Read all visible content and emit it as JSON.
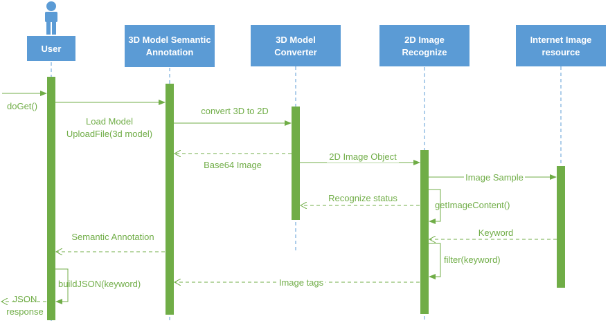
{
  "participants": {
    "user": {
      "label": [
        "User"
      ]
    },
    "annotation": {
      "label": [
        "3D Model Semantic",
        "Annotation"
      ]
    },
    "converter": {
      "label": [
        "3D Model",
        "Converter"
      ]
    },
    "recognize": {
      "label": [
        "2D Image",
        "Recognize"
      ]
    },
    "internet": {
      "label": [
        "Internet Image",
        "resource"
      ]
    }
  },
  "messages": {
    "doget": "doGet()",
    "load_model_1": "Load Model",
    "load_model_2": "UploadFile(3d model)",
    "convert": "convert 3D to 2D",
    "base64": "Base64 Image",
    "image_object": "2D Image Object",
    "image_sample": "Image Sample",
    "recognize_status": "Recognize status",
    "get_image_content": "getImageContent()",
    "keyword": "Keyword",
    "semantic_annotation": "Semantic Annotation",
    "filter": "filter(keyword)",
    "build_json": "buildJSON(keyword)",
    "image_tags": "Image tags",
    "json_response_1": "JSON",
    "json_response_2": "response"
  },
  "colors": {
    "box": "#5b9bd5",
    "activation": "#70ad47",
    "lifeline": "#5b9bd5"
  }
}
